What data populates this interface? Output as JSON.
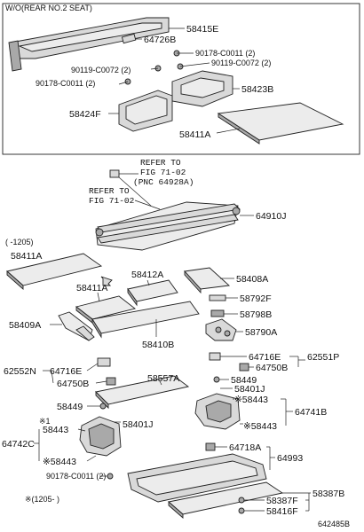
{
  "frame_caption": "W/O(REAR NO.2 SEAT)",
  "refer_1": [
    "REFER TO",
    "FIG 71-02",
    "(PNC 64928A)"
  ],
  "refer_2": [
    "REFER TO",
    "FIG 71-02"
  ],
  "range_note_1": "(    -1205)",
  "range_note_2": "※(1205-    )",
  "star_note": "※1",
  "diagram_id": "642485B",
  "labels": {
    "p58415E": "58415E",
    "p64726B": "64726B",
    "p90178_top": "90178-C0011 (2)",
    "p90119_right": "90119-C0072 (2)",
    "p90119_left": "90119-C0072 (2)",
    "p90178_left": "90178-C0011 (2)",
    "p58423B": "58423B",
    "p58424F": "58424F",
    "p58411A_top": "58411A",
    "p64910J": "64910J",
    "p58411A_mid": "58411A",
    "p58411A_sub": "58411A",
    "p58412A": "58412A",
    "p58408A": "58408A",
    "p58792F": "58792F",
    "p58798B": "58798B",
    "p58409A": "58409A",
    "p58790A": "58790A",
    "p58410B": "58410B",
    "p62552N": "62552N",
    "p64716E_left": "64716E",
    "p64750B_left": "64750B",
    "p64716E_right": "64716E",
    "p64750B_right": "64750B",
    "p62551P": "62551P",
    "p58449_right": "58449",
    "p58401J_right": "58401J",
    "p58443_r1": "※58443",
    "p64741B": "64741B",
    "p58443_r2": "※58443",
    "p58557A": "58557A",
    "p58449_left": "58449",
    "p58401J_left": "58401J",
    "p58443_l1": "58443",
    "p64742C": "64742C",
    "p58443_l2": "※58443",
    "p90178_bottom": "90178-C0011 (2)",
    "p64718A": "64718A",
    "p64993": "64993",
    "p58387B": "58387B",
    "p58387F": "58387F",
    "p58416F": "58416F"
  }
}
